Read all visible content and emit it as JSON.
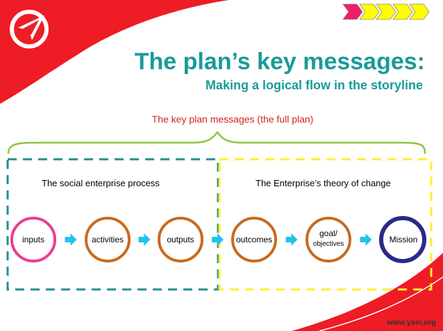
{
  "slide": {
    "title": "The plan’s key messages:",
    "subtitle": "Making a logical flow in the storyline",
    "full_plan_label": "The key plan messages (the full plan)",
    "footer_url": "www.ysei.org"
  },
  "sections": [
    {
      "label": "The social enterprise process",
      "border_color": "#1f8f8f"
    },
    {
      "label": "The Enterprise’s theory of change",
      "border_color": "#ffef2a"
    }
  ],
  "nodes": [
    {
      "label": "inputs",
      "color": "#ec3d91"
    },
    {
      "label": "activities",
      "color": "#c86a1e"
    },
    {
      "label": "outputs",
      "color": "#c86a1e"
    },
    {
      "label": "outcomes",
      "color": "#c86a1e"
    },
    {
      "label_line1": "goal/",
      "label_line2": "objectives",
      "color": "#c86a1e"
    },
    {
      "label": "Mission",
      "color": "#2a2a8a"
    }
  ],
  "colors": {
    "accent_red": "#ee1c25",
    "teal": "#1a9a9a",
    "brace_green": "#92c23e",
    "arrow_cyan": "#20c4ee",
    "progress_yellow": "#ffff00",
    "progress_magenta": "#ee1c6a"
  },
  "progress": {
    "total_steps": 5,
    "current_step": 1
  }
}
